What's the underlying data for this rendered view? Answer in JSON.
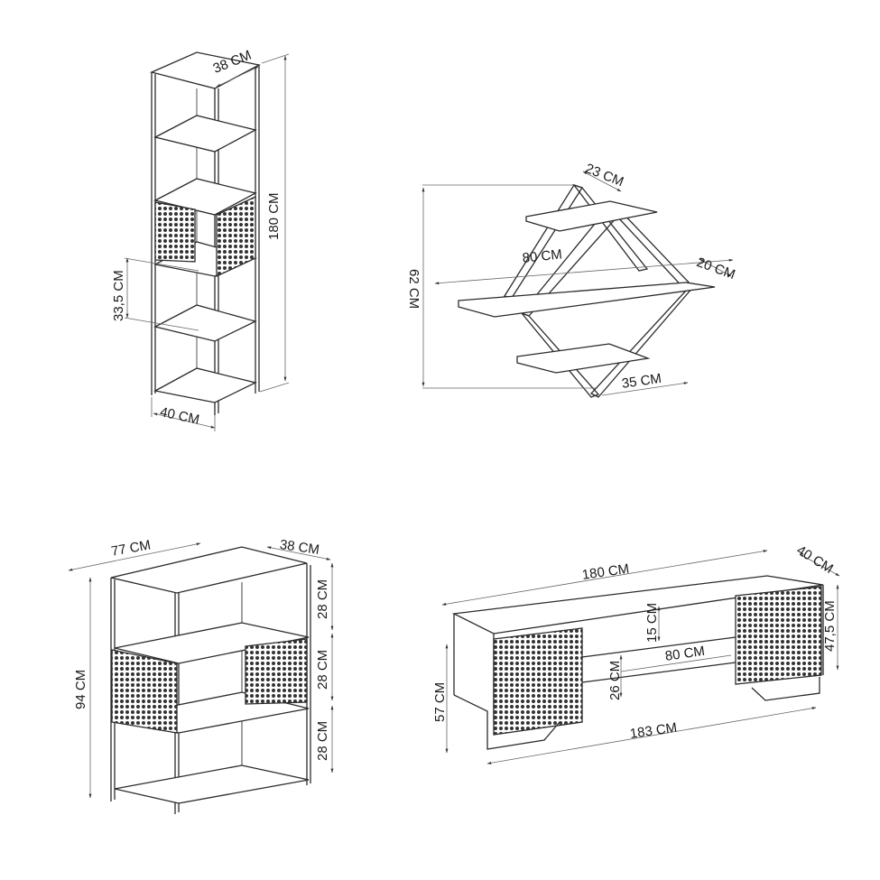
{
  "figures": [
    {
      "id": "tall-bookcase",
      "dimensions": {
        "depth": "38 CM",
        "height": "180 CM",
        "shelf_spacing": "33,5 CM",
        "width": "40 CM"
      }
    },
    {
      "id": "diamond-wall-shelf",
      "dimensions": {
        "top_shelf_depth": "23 CM",
        "width": "80 CM",
        "depth": "20 CM",
        "height": "62 CM",
        "bottom_shelf_width": "35 CM"
      }
    },
    {
      "id": "low-bookcase",
      "dimensions": {
        "width": "77 CM",
        "depth": "38 CM",
        "height": "94 CM",
        "shelf_1": "28 CM",
        "shelf_2": "28 CM",
        "shelf_3": "28 CM"
      }
    },
    {
      "id": "tv-stand",
      "dimensions": {
        "top_width": "180 CM",
        "depth": "40 CM",
        "cabinet_height": "47,5 CM",
        "upper_opening": "15 CM",
        "middle_width": "80 CM",
        "lower_opening": "26 CM",
        "total_height": "57 CM",
        "base_width": "183 CM"
      }
    }
  ],
  "colors": {
    "line": "#2b2b2b",
    "dim_line": "#555555",
    "mesh": "#3a3a3a",
    "background": "#ffffff"
  }
}
